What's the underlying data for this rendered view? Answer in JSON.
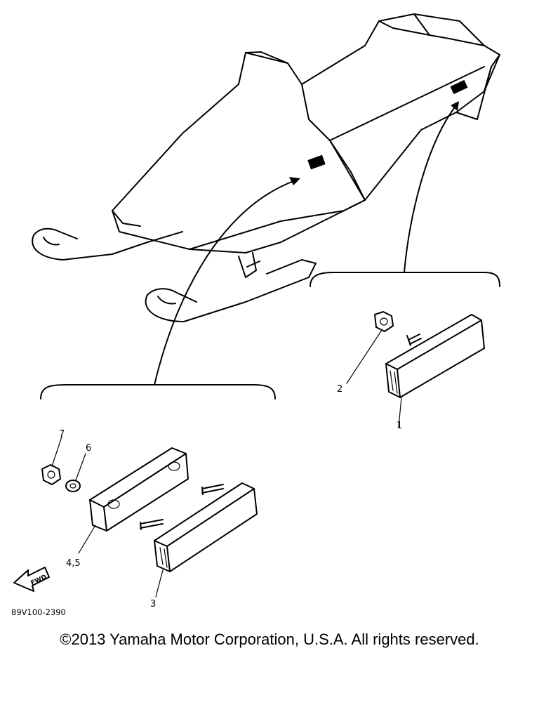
{
  "diagram": {
    "callouts": {
      "c1": "1",
      "c2": "2",
      "c3": "3",
      "c45": "4,5",
      "c6": "6",
      "c7": "7"
    },
    "fwd_label": "FWD",
    "part_number": "89V100-2390"
  },
  "footer": {
    "copyright": "©2013 Yamaha Motor Corporation, U.S.A. All rights reserved."
  }
}
